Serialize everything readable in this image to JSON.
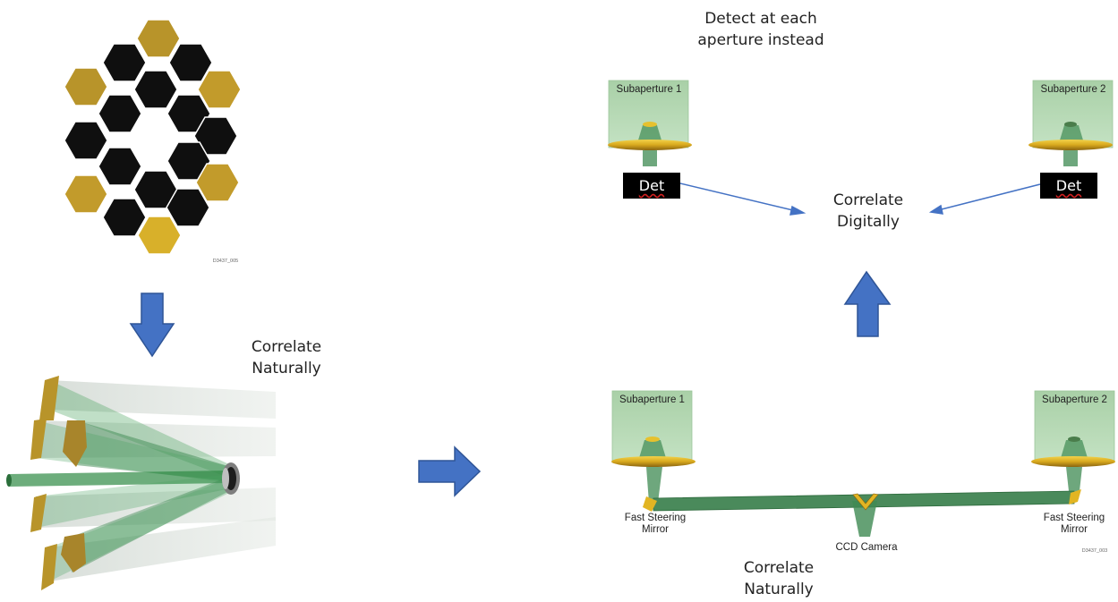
{
  "labels": {
    "detect_instead": [
      "Detect at each",
      "aperture instead"
    ],
    "correlate_digitally": [
      "Correlate",
      "Digitally"
    ],
    "correlate_naturally_left": [
      "Correlate",
      "Naturally"
    ],
    "correlate_naturally_bottom": [
      "Correlate",
      "Naturally"
    ]
  },
  "top_diagram": {
    "subaperture_1": "Subaperture 1",
    "subaperture_2": "Subaperture 2",
    "detector_label": "Det"
  },
  "bottom_diagram": {
    "subaperture_1": "Subaperture 1",
    "subaperture_2": "Subaperture 2",
    "fsm_left": [
      "Fast Steering",
      "Mirror"
    ],
    "fsm_right": [
      "Fast Steering",
      "Mirror"
    ],
    "ccd_camera": "CCD Camera"
  },
  "figure_codes": {
    "mirror": "D3437_005",
    "bottom": "D3437_003"
  },
  "colors": {
    "arrow_fill": "#4472c4",
    "arrow_stroke": "#2f5597",
    "gold": "#c9a227",
    "black_segment": "#0f0f0f",
    "beam_green": "#3e8a52",
    "box_green": "#b7dcb8"
  }
}
